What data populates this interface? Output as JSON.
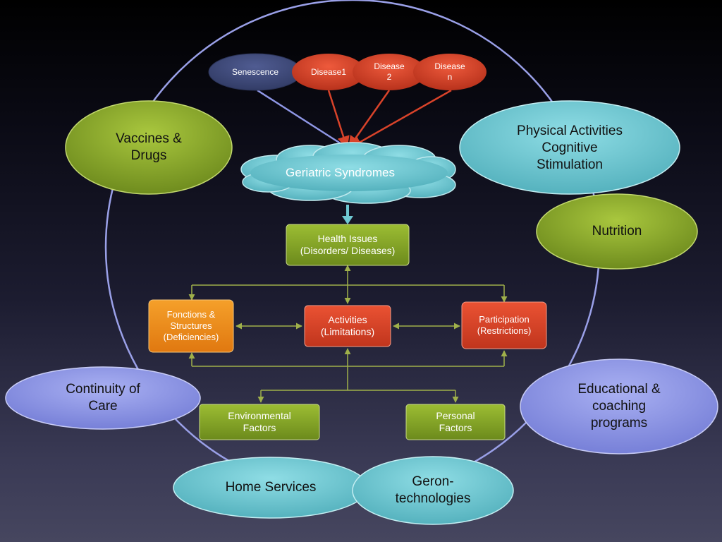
{
  "causes": {
    "senescence": "Senescence",
    "disease1": "Disease1",
    "disease2": "Disease\n2",
    "diseasen": "Disease\nn"
  },
  "center": {
    "geriatric_syndromes": "Geriatric Syndromes",
    "health_issues": "Health Issues\n(Disorders/ Diseases)",
    "functions": "Fonctions &\nStructures\n(Deficiencies)",
    "activities": "Activities\n(Limitations)",
    "participation": "Participation\n(Restrictions)",
    "environmental": "Environmental\nFactors",
    "personal": "Personal\nFactors"
  },
  "interventions": {
    "vaccines": "Vaccines &\nDrugs",
    "physical": "Physical Activities\nCognitive\nStimulation",
    "nutrition": "Nutrition",
    "continuity": "Continuity of\nCare",
    "educational": "Educational &\ncoaching\nprograms",
    "home": "Home Services",
    "geron": "Geron-\ntechnologies"
  },
  "colors": {
    "green": "#8aaa2a",
    "cyan": "#6fc8d2",
    "lavender": "#8f97e6",
    "red": "#d9432a",
    "orange": "#ef8a1c",
    "navy": "#3d4778",
    "ring": "#9aa0e8"
  }
}
